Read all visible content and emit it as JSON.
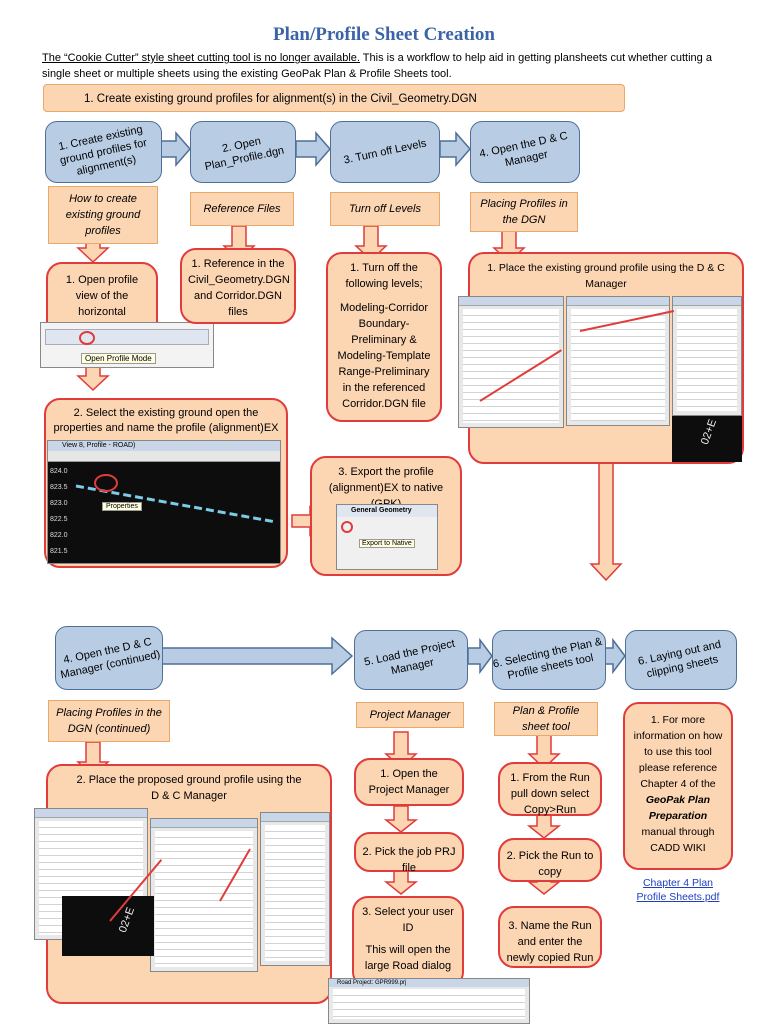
{
  "title": "Plan/Profile Sheet Creation",
  "intro": {
    "lead": "The “Cookie Cutter” style sheet cutting tool is no longer available.",
    "rest": "  This is a workflow to help aid in getting plansheets cut whether cutting a single sheet or multiple sheets using the existing GeoPak Plan & Profile Sheets tool."
  },
  "banner": "1.     Create existing ground profiles for alignment(s) in the Civil_Geometry.DGN",
  "row1_steps": [
    "1. Create existing ground profiles for alignment(s)",
    "2. Open Plan_Profile.dgn",
    "3. Turn off Levels",
    "4. Open the D & C Manager"
  ],
  "row1_headers": [
    "How to create existing ground profiles",
    "Reference Files",
    "Turn off Levels",
    "Placing Profiles in the DGN"
  ],
  "col1": {
    "open_profile": "1. Open profile view of the horizontal alignment",
    "tooltip": "Open Profile Mode",
    "select_ground": "2. Select the existing ground open the properties and name the profile (alignment)EX",
    "view_title": "View 8, Profile - ROAD)",
    "axis_labels": [
      "824.0",
      "823.5",
      "823.0",
      "822.5",
      "822.0",
      "821.5"
    ],
    "properties_label": "Properties"
  },
  "col2": {
    "reference": "1. Reference in the Civil_Geometry.DGN and Corridor.DGN files",
    "export": "3. Export the profile (alignment)EX to native (GPK)",
    "toolbar_title": "General Geometry",
    "export_tip": "Export to Native"
  },
  "col3": {
    "turn_off_title": "1. Turn off the following levels;",
    "turn_off_body": "Modeling-Corridor Boundary-Preliminary & Modeling-Template Range-Preliminary in the referenced Corridor.DGN file"
  },
  "col4": {
    "place_existing": "1. Place the existing ground profile using the D & C Manager",
    "stationing": "02+E"
  },
  "row2_steps": [
    "4. Open the D & C Manager (continued)",
    "5. Load the Project Manager",
    "6. Selecting the Plan & Profile sheets tool",
    "6. Laying out and clipping sheets"
  ],
  "row2_headers": [
    "Placing Profiles in the DGN (continued)",
    "Project Manager",
    "Plan & Profile sheet tool"
  ],
  "bottom": {
    "place_proposed": "2. Place the proposed ground profile using the D & C Manager",
    "stationing": "02+E",
    "pm_steps": [
      "1. Open the Project Manager",
      "2. Pick the job PRJ file",
      "3. Select your user ID",
      "This will open the large Road dialog"
    ],
    "run_steps": [
      "1. From the Run pull down select Copy>Run",
      "2. Pick the Run to copy",
      "3. Name the Run and enter the newly copied Run"
    ],
    "info": {
      "before": "1. For more information on how to use this tool please reference Chapter 4 of the",
      "bold": "GeoPak Plan Preparation",
      "after": "manual through CADD WIKI",
      "link": "Chapter 4 Plan Profile Sheets.pdf"
    },
    "road_dialog_title": "Road Project: GPR999.prj"
  },
  "colors": {
    "title": "#3a63a8",
    "blue_box": "#b8cce4",
    "blue_border": "#4f6f99",
    "peach": "#fcd5b3",
    "red_border": "#e03c3c",
    "orange_border": "#e8a96b",
    "link": "#1f3fbf"
  }
}
